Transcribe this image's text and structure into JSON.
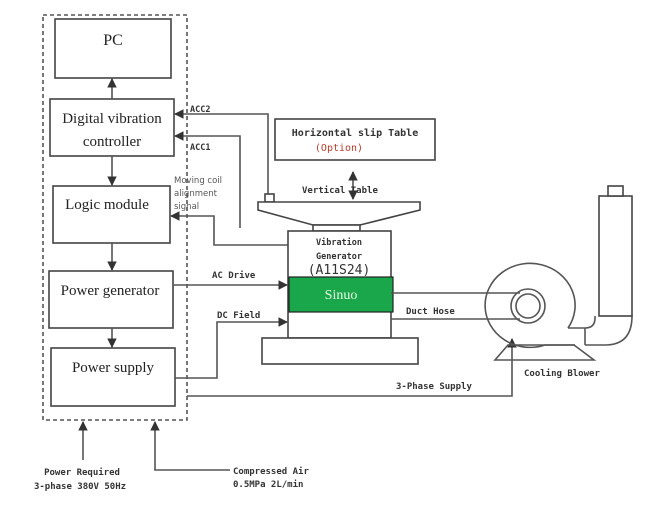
{
  "blocks": {
    "pc": "PC",
    "controller_line1": "Digital vibration",
    "controller_line2": "controller",
    "logic": "Logic module",
    "power_generator": "Power generator",
    "power_supply": "Power supply"
  },
  "signals": {
    "acc2": "ACC2",
    "acc1": "ACC1",
    "moving_coil_1": "Moving coil",
    "moving_coil_2": "alignment",
    "moving_coil_3": "signal",
    "ac_drive": "AC Drive",
    "dc_field": "DC Field",
    "three_phase_supply": "3-Phase Supply",
    "duct_hose": "Duct Hose"
  },
  "equipment": {
    "slip_table": "Horizontal slip Table",
    "slip_option": "(Option)",
    "vertical_table": "Vertical Table",
    "generator_line1": "Vibration",
    "generator_line2": "Generator",
    "generator_model": "(A11S24)",
    "brand": "Sinuo",
    "cooling_blower": "Cooling Blower"
  },
  "inputs": {
    "power_line1": "Power Required",
    "power_line2": "3-phase 380V 50Hz",
    "air_line1": "Compressed Air",
    "air_line2": "0.5MPa  2L/min"
  },
  "colors": {
    "brand_green": "#1aa64a",
    "option_red": "#c0392b"
  }
}
